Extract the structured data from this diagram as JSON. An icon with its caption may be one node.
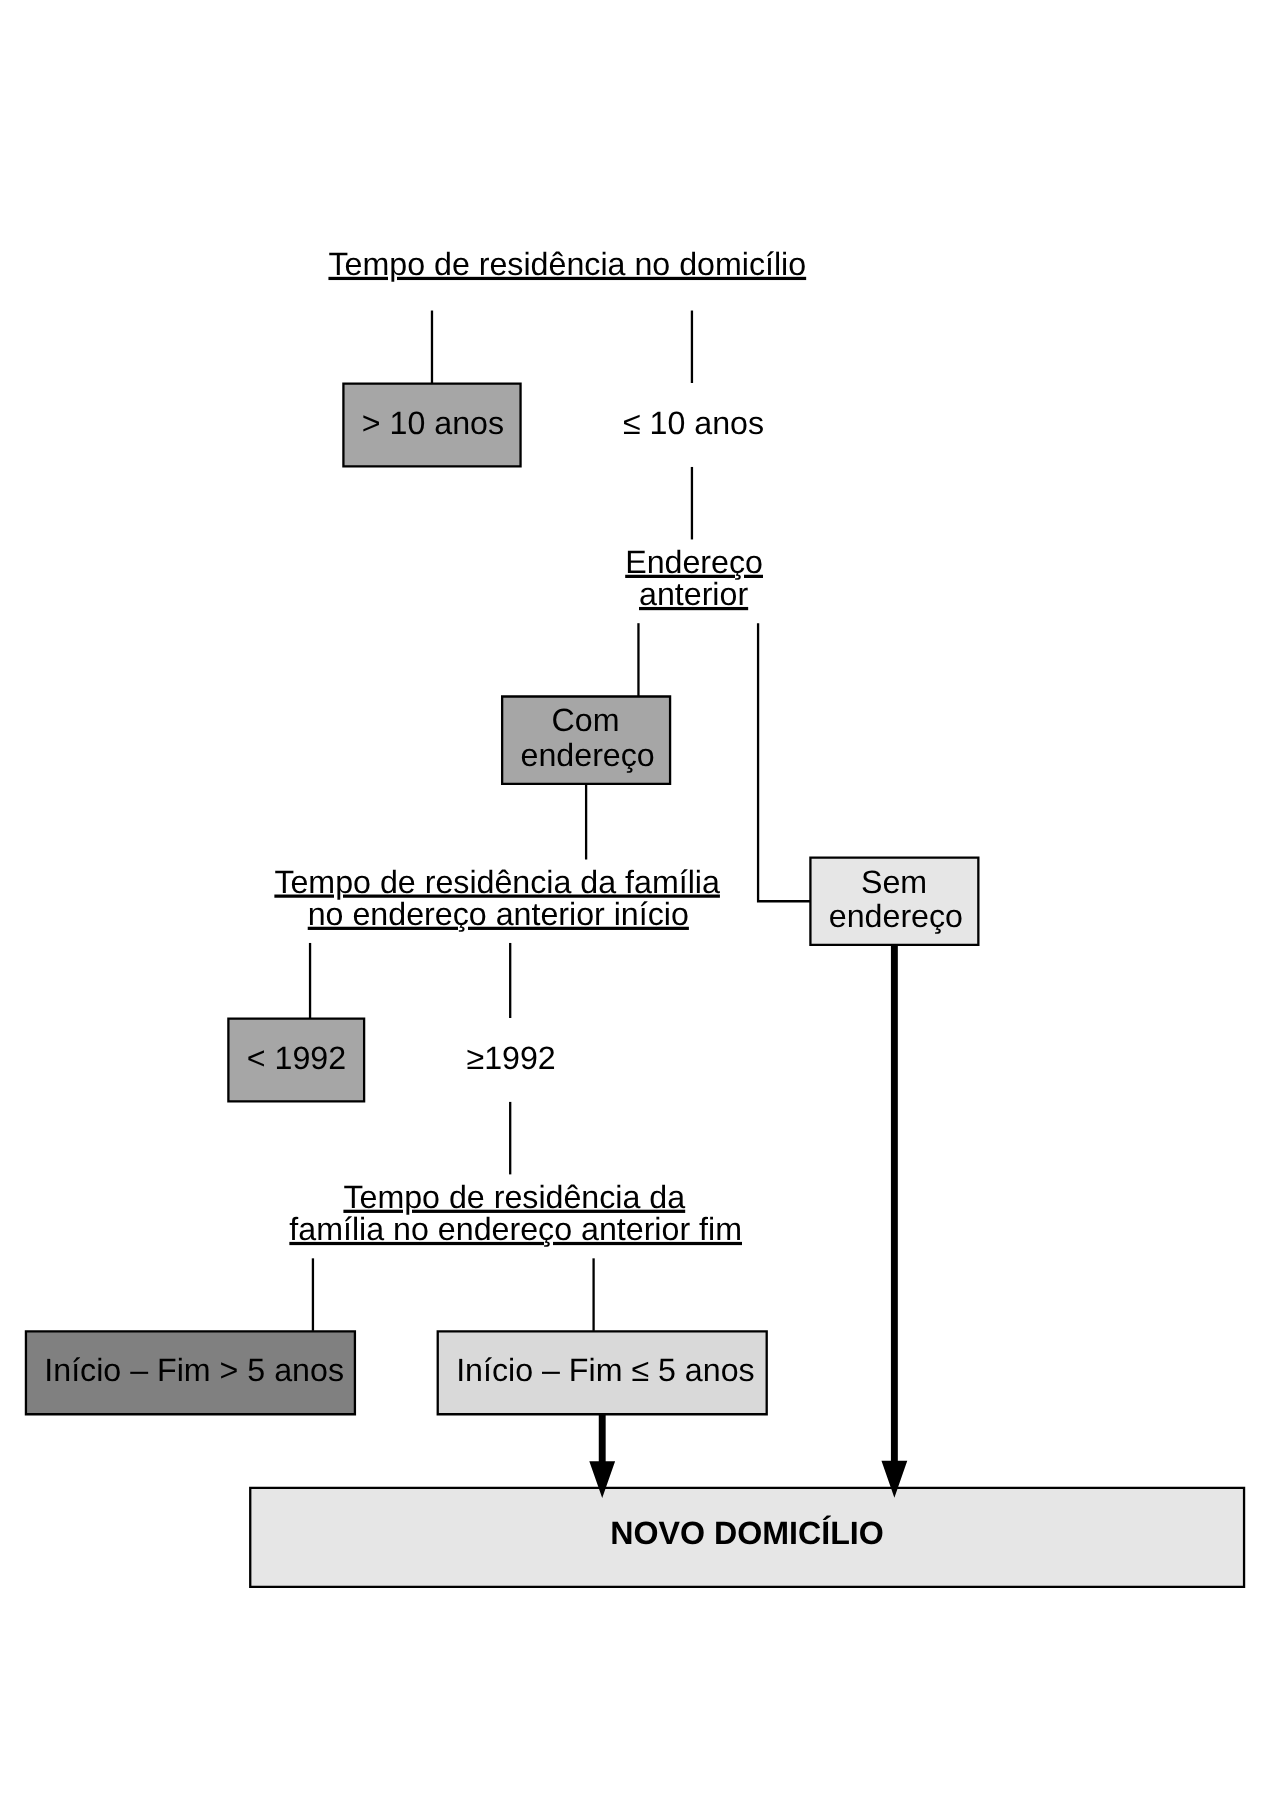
{
  "diagram": {
    "nodes": [
      {
        "text": [
          "Tempo de residência no domicílio"
        ]
      },
      {
        "text": [
          "> 10 anos"
        ]
      },
      {
        "text": [
          "≤ 10 anos"
        ]
      },
      {
        "text": [
          "Endereço anterior"
        ]
      },
      {
        "text": [
          "Com endereço"
        ]
      },
      {
        "text": [
          "Sem endereço"
        ]
      },
      {
        "text": [
          "Tempo de residência da família no endereço anterior início"
        ]
      },
      {
        "text": [
          "< 1992"
        ]
      },
      {
        "text": [
          "≥1992"
        ]
      },
      {
        "text": [
          "Tempo de residência da família no endereço anterior fim"
        ]
      },
      {
        "text": [
          "Início – Fim > 5 anos"
        ]
      },
      {
        "text": [
          "Início – Fim ≤ 5 anos"
        ]
      },
      {
        "text": [
          "NOVO DOMICÍLIO"
        ]
      }
    ],
    "edges": [
      {
        "from": 0,
        "to": 1,
        "arrow": "none"
      },
      {
        "from": 0,
        "to": 2,
        "arrow": "none"
      },
      {
        "from": 2,
        "to": 3,
        "arrow": "none"
      },
      {
        "from": 3,
        "to": 4,
        "arrow": "none"
      },
      {
        "from": 3,
        "to": 5,
        "arrow": "none"
      },
      {
        "from": 4,
        "to": 6,
        "arrow": "none"
      },
      {
        "from": 6,
        "to": 7,
        "arrow": "none"
      },
      {
        "from": 6,
        "to": 8,
        "arrow": "none"
      },
      {
        "from": 8,
        "to": 9,
        "arrow": "none"
      },
      {
        "from": 9,
        "to": 10,
        "arrow": "none"
      },
      {
        "from": 9,
        "to": 11,
        "arrow": "none"
      },
      {
        "from": 11,
        "to": 12,
        "arrow": "to",
        "style": "thick"
      },
      {
        "from": 5,
        "to": 12,
        "arrow": "to",
        "style": "thick"
      }
    ]
  }
}
